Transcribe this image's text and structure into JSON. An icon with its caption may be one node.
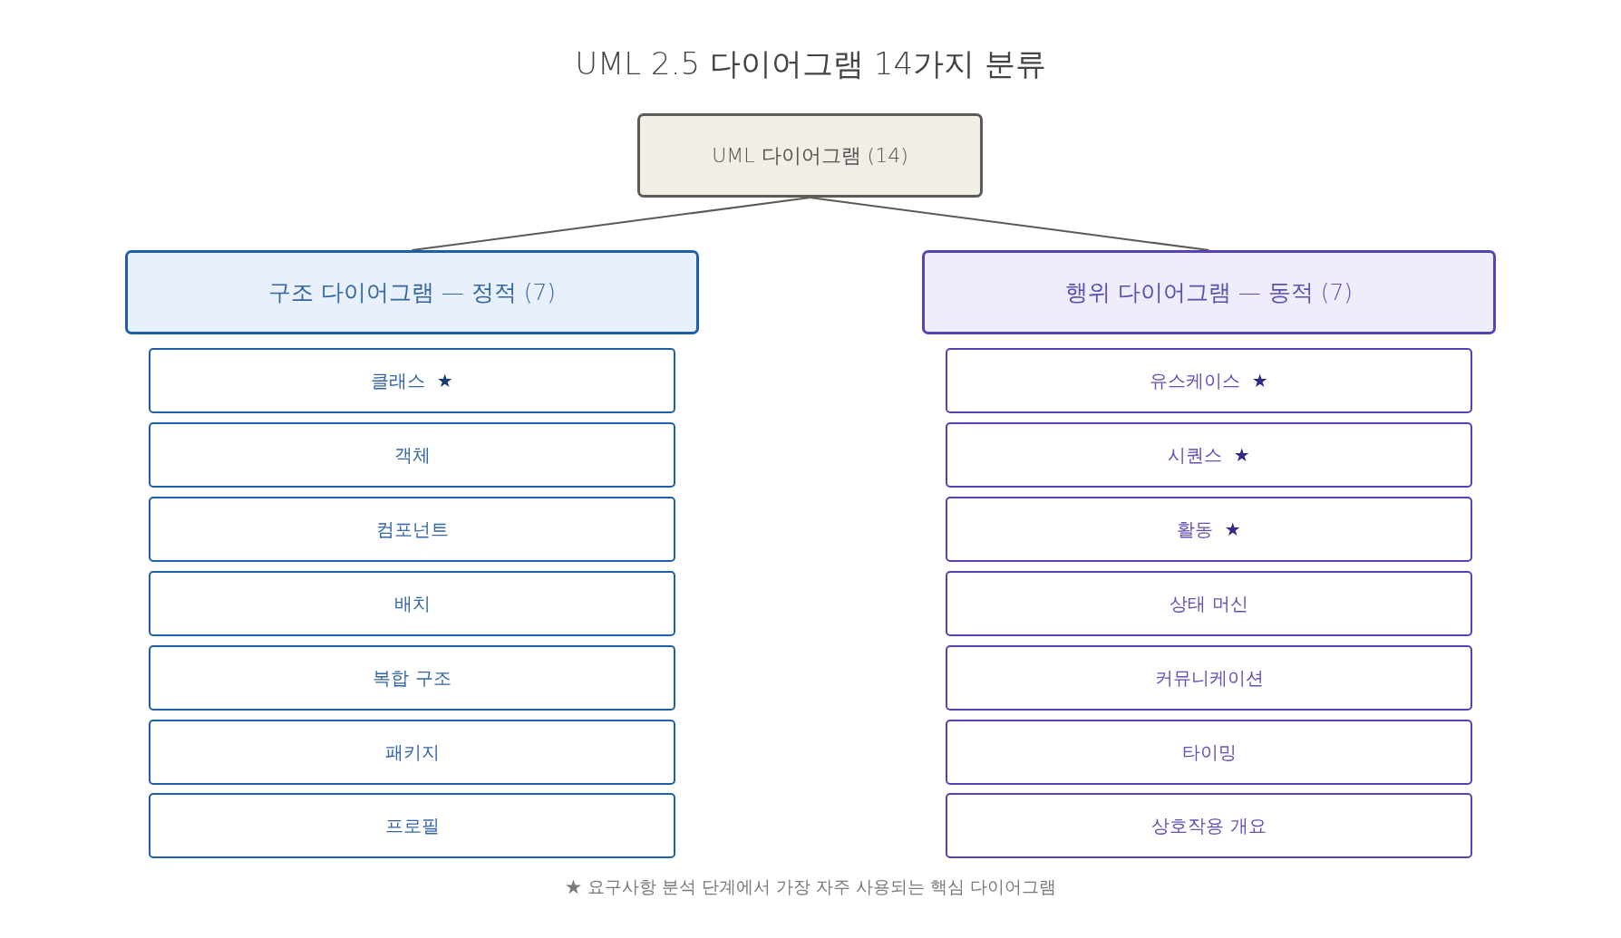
{
  "diagram": {
    "title": "UML 2.5 다이어그램 14가지 분류",
    "nodes": [
      {
        "text": [
          "UML 다이어그램 (14)"
        ]
      },
      {
        "text": [
          "구조 다이어그램 — 정적 (7)"
        ]
      },
      {
        "text": [
          "클래스 **★**"
        ]
      },
      {
        "text": [
          "객체"
        ]
      },
      {
        "text": [
          "컴포넌트"
        ]
      },
      {
        "text": [
          "배치"
        ]
      },
      {
        "text": [
          "복합 구조"
        ]
      },
      {
        "text": [
          "패키지"
        ]
      },
      {
        "text": [
          "프로필"
        ]
      },
      {
        "text": [
          "행위 다이어그램 — 동적 (7)"
        ]
      },
      {
        "text": [
          "유스케이스 **★**"
        ]
      },
      {
        "text": [
          "시퀀스 **★**"
        ]
      },
      {
        "text": [
          "활동 **★**"
        ]
      },
      {
        "text": [
          "상태 머신"
        ]
      },
      {
        "text": [
          "커뮤니케이션"
        ]
      },
      {
        "text": [
          "타이밍"
        ]
      },
      {
        "text": [
          "상호작용 개요"
        ]
      }
    ],
    "edges": [
      {
        "from": 0,
        "to": 1,
        "arrow": "none"
      },
      {
        "from": 0,
        "to": 9,
        "arrow": "none"
      }
    ],
    "labels": [
      "★ 요구사항 분석 단계에서 가장 자주 사용되는 핵심 다이어그램"
    ]
  }
}
